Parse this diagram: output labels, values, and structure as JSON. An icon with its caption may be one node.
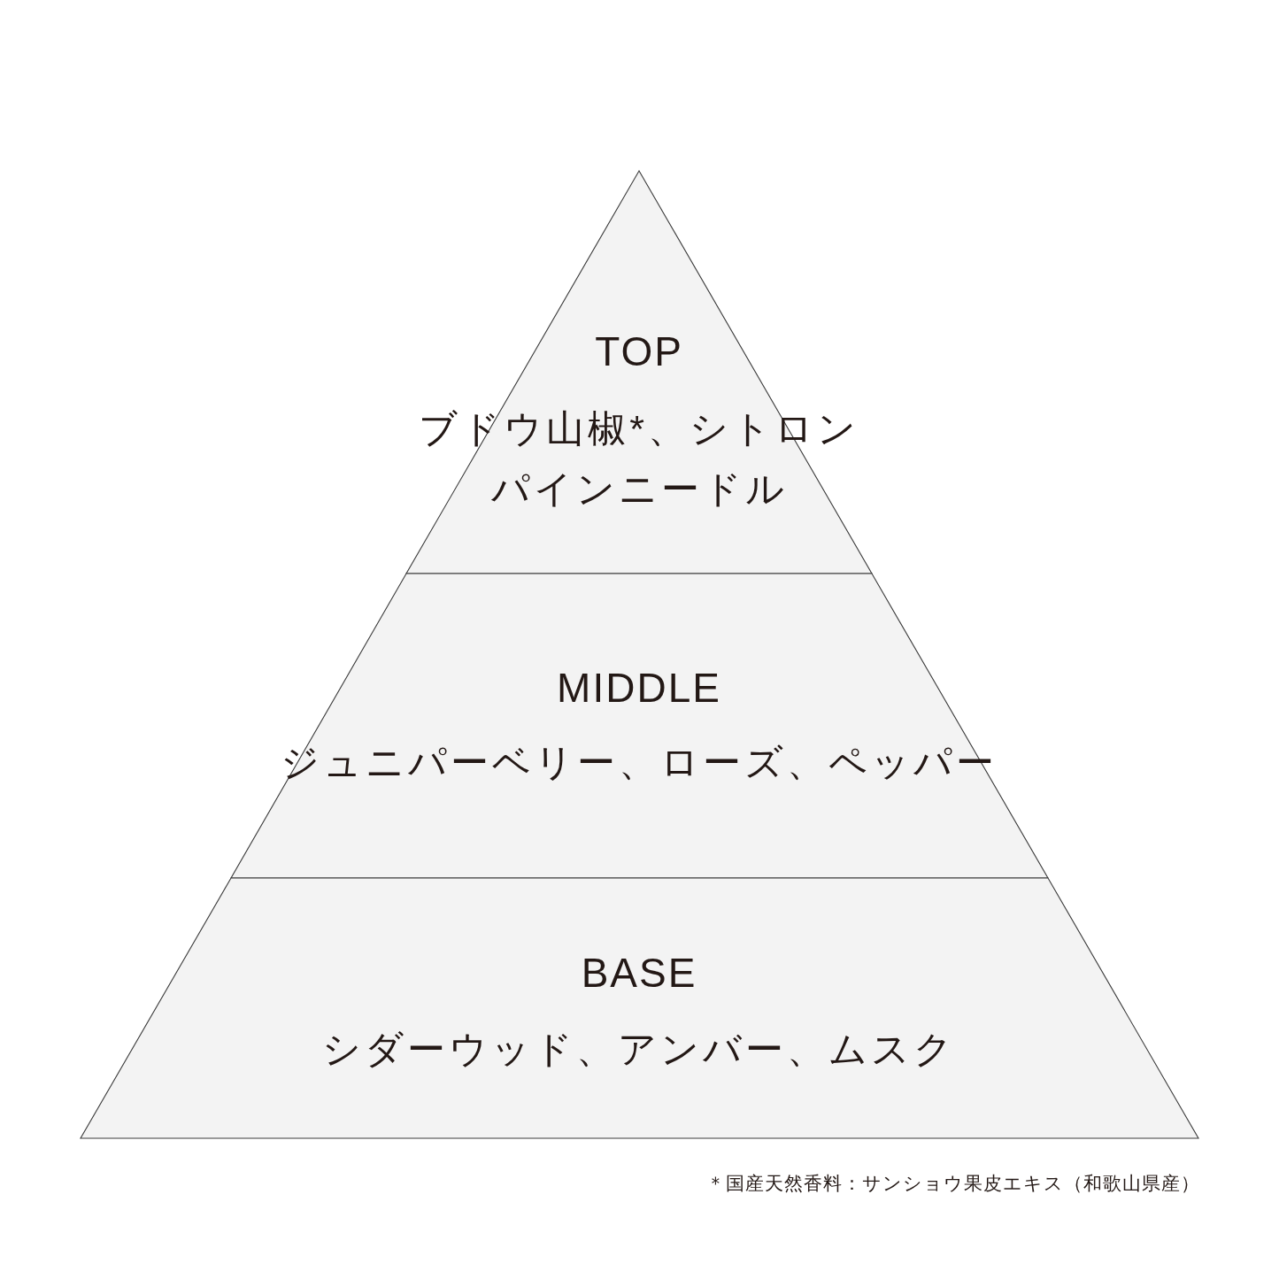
{
  "diagram": {
    "nodes": [
      {
        "text": [
          "TOP",
          "ブドウ山椒*、シトロン",
          "パインニードル"
        ]
      },
      {
        "text": [
          "MIDDLE",
          "ジュニパーベリー、ローズ、ペッパー"
        ]
      },
      {
        "text": [
          "BASE",
          "シダーウッド、アンバー、ムスク"
        ]
      }
    ],
    "labels": [
      "＊国産天然香料：サンショウ果皮エキス（和歌山県産）"
    ]
  }
}
